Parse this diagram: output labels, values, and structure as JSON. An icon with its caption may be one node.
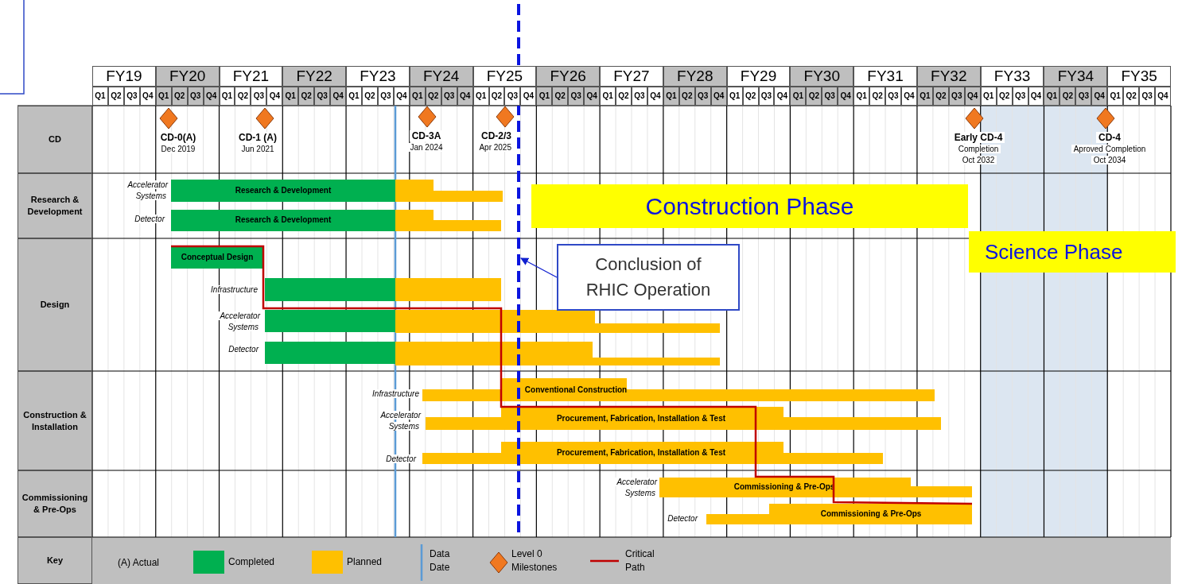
{
  "diagram": {
    "nodes": [
      {
        "text": [
          "CD"
        ]
      },
      {
        "text": [],
        "shape": "diamond",
        "beside": [
          "CD-0(A)",
          "Dec 2019"
        ]
      },
      {
        "text": [],
        "shape": "diamond",
        "beside": [
          "CD-1 (A)",
          "Jun 2021"
        ]
      },
      {
        "text": [],
        "shape": "diamond",
        "beside": [
          "CD-3A",
          "Jan 2024"
        ]
      },
      {
        "text": [],
        "shape": "diamond",
        "beside": [
          "CD-2/3",
          "Apr 2025"
        ]
      },
      {
        "text": [],
        "shape": "diamond",
        "beside": [
          "Early CD-4",
          "Completion",
          "Oct 2032"
        ]
      },
      {
        "text": [],
        "shape": "diamond",
        "beside": [
          "CD-4",
          "Aproved Completion",
          "Oct 2034"
        ]
      },
      {
        "text": [
          "Research & Development"
        ]
      },
      {
        "text": [
          "Research & Development"
        ]
      },
      {
        "text": [],
        "shape": "bar"
      },
      {
        "text": [
          "Research & Development"
        ]
      },
      {
        "text": [],
        "shape": "bar"
      },
      {
        "text": [
          "Construction Phase"
        ]
      },
      {
        "text": [
          "Design"
        ]
      },
      {
        "text": [
          "Science Phase"
        ]
      },
      {
        "text": [
          "Conclusion of RHIC Operation"
        ]
      },
      {
        "text": [],
        "shape": "line"
      },
      {
        "text": [
          "Conceptual Design"
        ]
      },
      {
        "text": [],
        "shape": "bar"
      },
      {
        "text": [],
        "shape": "bar"
      },
      {
        "text": [],
        "shape": "bar"
      },
      {
        "text": [],
        "shape": "bar"
      },
      {
        "text": [],
        "shape": "bar"
      },
      {
        "text": [],
        "shape": "bar"
      },
      {
        "text": [
          "Construction & Installation"
        ]
      },
      {
        "text": [
          "Conventional Construction"
        ]
      },
      {
        "text": [
          "Procurement, Fabrication, Installation & Test"
        ]
      },
      {
        "text": [
          "Procurement, Fabrication, Installation & Test"
        ]
      },
      {
        "text": [
          "Commissioning & Pre-Ops"
        ]
      },
      {
        "text": [
          "Commissioning & Pre-Ops"
        ]
      },
      {
        "text": [
          "Commissioning & Pre-Ops"
        ]
      },
      {
        "text": [
          "Key"
        ]
      }
    ],
    "edges": [
      {
        "from": 15,
        "to": 16,
        "arrow": "to"
      }
    ],
    "labels": [
      "FY19",
      "FY20",
      "FY21",
      "FY22",
      "FY23",
      "FY24",
      "FY25",
      "FY26",
      "FY27",
      "FY28",
      "FY29",
      "FY30",
      "FY31",
      "FY32",
      "FY33",
      "FY34",
      "FY35",
      "Q1",
      "Q2",
      "Q3",
      "Q4",
      "Q1",
      "Q2",
      "Q3",
      "Q4",
      "Q1",
      "Q2",
      "Q3",
      "Q4",
      "Q1",
      "Q2",
      "Q3",
      "Q4",
      "Q1",
      "Q2",
      "Q3",
      "Q4",
      "Q1",
      "Q2",
      "Q3",
      "Q4",
      "Q1",
      "Q2",
      "Q3",
      "Q4",
      "Q1",
      "Q2",
      "Q3",
      "Q4",
      "Q1",
      "Q2",
      "Q3",
      "Q4",
      "Q1",
      "Q2",
      "Q3",
      "Q4",
      "Q1",
      "Q2",
      "Q3",
      "Q4",
      "Q1",
      "Q2",
      "Q3",
      "Q4",
      "Q1",
      "Q2",
      "Q3",
      "Q4",
      "Q1",
      "Q2",
      "Q3",
      "Q4",
      "Q1",
      "Q2",
      "Q3",
      "Q4",
      "Q1",
      "Q2",
      "Q3",
      "Q4",
      "Q1",
      "Q2",
      "Q3",
      "Q4",
      "Accelerator Systems",
      "Detector",
      "Infrastructure",
      "Accelerator Systems",
      "Detector",
      "Infrastructure",
      "Accelerator Systems",
      "Detector",
      "Accelerator Systems",
      "Detector",
      "(A) Actual"
    ],
    "legend": [
      {
        "text": "Completed",
        "color": "#00b050"
      },
      {
        "text": "Planned",
        "color": "#ffc000"
      },
      {
        "text": "Data Date"
      },
      {
        "text": "Level 0 Milestones"
      },
      {
        "text": "Critical Path"
      }
    ]
  }
}
